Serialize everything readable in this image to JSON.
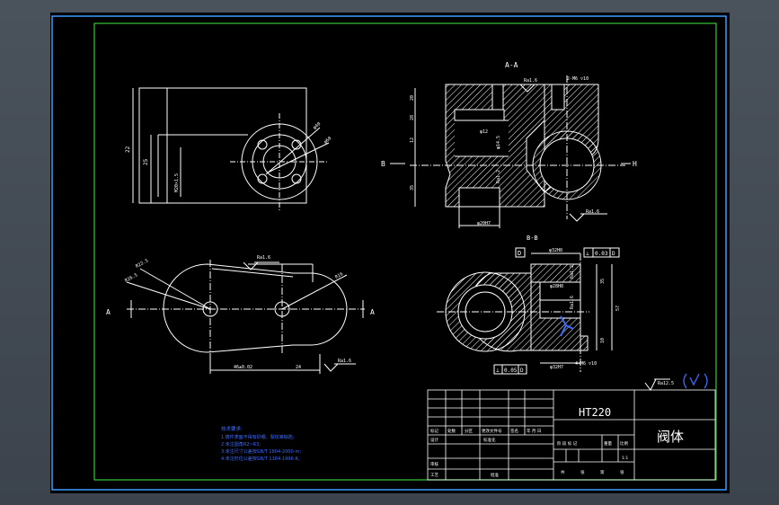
{
  "viewport": {
    "background": "#000000",
    "frame_color": "#3d9cff",
    "border_color": "#36c936"
  },
  "views": {
    "section_aa": {
      "label": "A-A",
      "cut_left": "B",
      "cut_right": "H",
      "roughness_top": "Ra1.6",
      "roughness_bottom": "Ra1.6",
      "thread_note": "2-M6 ▽10",
      "dims": {
        "d1": "20",
        "d2": "28",
        "d3": "12",
        "d4": "35",
        "d5": "φ12",
        "d6": "φ14.5",
        "d7": "Ra1.2",
        "d8": "φ20H7"
      }
    },
    "front_view": {
      "dims": {
        "h1": "22",
        "h2": "25",
        "h3": "M20×1.5",
        "r1": "φ40",
        "r2": "φ60"
      }
    },
    "top_view": {
      "cut_left": "A",
      "cut_right": "A",
      "roughness": "Ra1.6",
      "roughness_bottom": "Ra1.6",
      "dims": {
        "r1": "R22.5",
        "r2": "R26.5",
        "r3": "R16",
        "l1": "46±0.02",
        "l2": "24"
      }
    },
    "section_bb": {
      "label": "B-B",
      "datum": "D",
      "tol_top": [
        "⊥",
        "0.03",
        "D"
      ],
      "tol_bottom": [
        "⊥",
        "0.05",
        "D"
      ],
      "dims": {
        "d1": "φ32H8",
        "d2": "φ28H8",
        "d3": "φ32H7",
        "d4": "35",
        "d5": "57",
        "d6": "10",
        "d7": "Ra1.2",
        "d8": "Ra1.6",
        "thread": "4-M6 ▽10"
      }
    },
    "notes": {
      "title": "技术要求:",
      "lines": [
        "1.铸件表面不得有砂眼、裂纹等缺陷;",
        "2.未注圆角R2~R3;",
        "3.未注尺寸公差按GB/T 1804-2000-m;",
        "4.未注形位公差按GB/T 1184-1996-K;"
      ]
    }
  },
  "roughness_symbol": "Ra12.5",
  "title_block": {
    "material": "HT220",
    "part_name": "阀体",
    "scale": "1:1",
    "header_cells": [
      "标记",
      "处数",
      "分区",
      "更改文件号",
      "签名",
      "年 月 日"
    ],
    "row_design": [
      "设计",
      "标准化"
    ],
    "row_review": "审核",
    "row_process": [
      "工艺",
      "批准"
    ],
    "stage_labels": [
      "阶 段 标 记",
      "重量",
      "比例"
    ],
    "sheet_labels": [
      "共",
      "张",
      "第",
      "张"
    ]
  }
}
